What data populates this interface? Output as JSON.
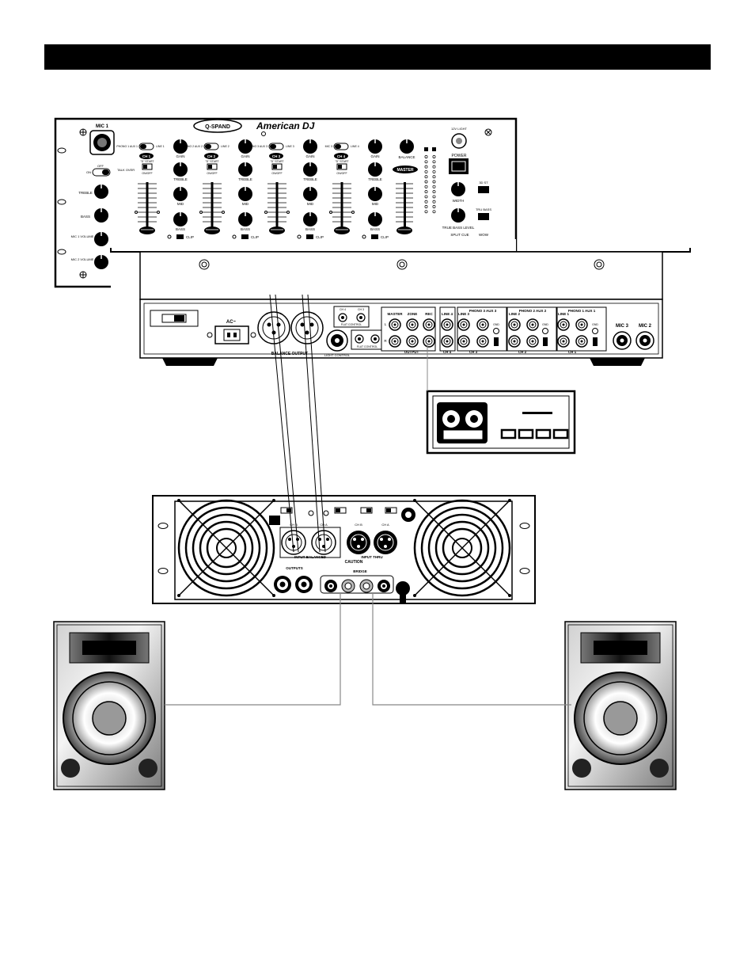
{
  "mixer_top": {
    "logo_badge": "Q-SPAND",
    "brand": "American DJ",
    "mic1_label": "MIC 1",
    "talkover_on": "ON",
    "talkover_off": "OFF",
    "talkover_label": "TALK OVER",
    "treble_label": "TREBLE",
    "bass_label": "BASS",
    "mic1_volume": "MIC 1 VOLUME",
    "mic2_volume": "MIC 2 VOLUME",
    "channels": [
      {
        "badge": "CH 1",
        "src_left": "PHONO 1 AUX 1",
        "src_right": "LINE 1"
      },
      {
        "badge": "CH 2",
        "src_left": "PHONO 2 AUX 2",
        "src_right": "LINE 2"
      },
      {
        "badge": "CH 3",
        "src_left": "PHONO 3 AUX 3",
        "src_right": "LINE 3"
      },
      {
        "badge": "CH 4",
        "src_left": "MIC 3",
        "src_right": "LINE 4"
      }
    ],
    "gain_label": "GAIN",
    "treble_ch_label": "TREBLE",
    "mid_label": "MID",
    "bass_ch_label": "BASS",
    "fader_start": "\"D\" START",
    "on_off": "ON/OFF",
    "clip_label": "CLIP",
    "balance_label": "BALANCE",
    "master_badge": "MASTER",
    "lamp_label": "12V LIGHT",
    "power_label": "POWER",
    "width_label": "WIDTH",
    "btn_3dst": "3D ST",
    "btn_trubass": "TRU BASS",
    "true_bass_level": "TRUE BASS LEVEL",
    "split_cue": "SPLIT CUE",
    "wow": "WOW"
  },
  "mixer_rear": {
    "ac_label": "AC~",
    "balanced_output": "BALANCE OUTPUT",
    "light_control": "LIGHT CONTROL",
    "flat_control": "FLAT CONTROL",
    "ch4": "CH 4",
    "ch3": "CH 3",
    "master": "MASTER",
    "zone": "ZONE",
    "rec": "REC",
    "output": "OUTPUT",
    "line4": "LINE 4",
    "line3": "LINE 3",
    "phono3": "PHONO 3 AUX 3",
    "line2": "LINE 2",
    "phono2": "PHONO 2 AUX 2",
    "line1": "LINE 1",
    "phono1": "PHONO 1 AUX 1",
    "gnd": "GND",
    "ch_4": "CH 4",
    "ch_3": "CH 3",
    "ch_2": "CH 2",
    "ch_1": "CH 1",
    "mic3": "MIC 3",
    "mic2": "MIC 2",
    "l": "L",
    "r": "R"
  },
  "amp": {
    "input_balanced": "INPUT BALANCED",
    "input_thru": "INPUT THRU",
    "ch_b": "CH B",
    "ch_a": "CH A",
    "caution": "CAUTION",
    "outputs": "OUTPUTS",
    "bridge": "BRIDGE"
  }
}
